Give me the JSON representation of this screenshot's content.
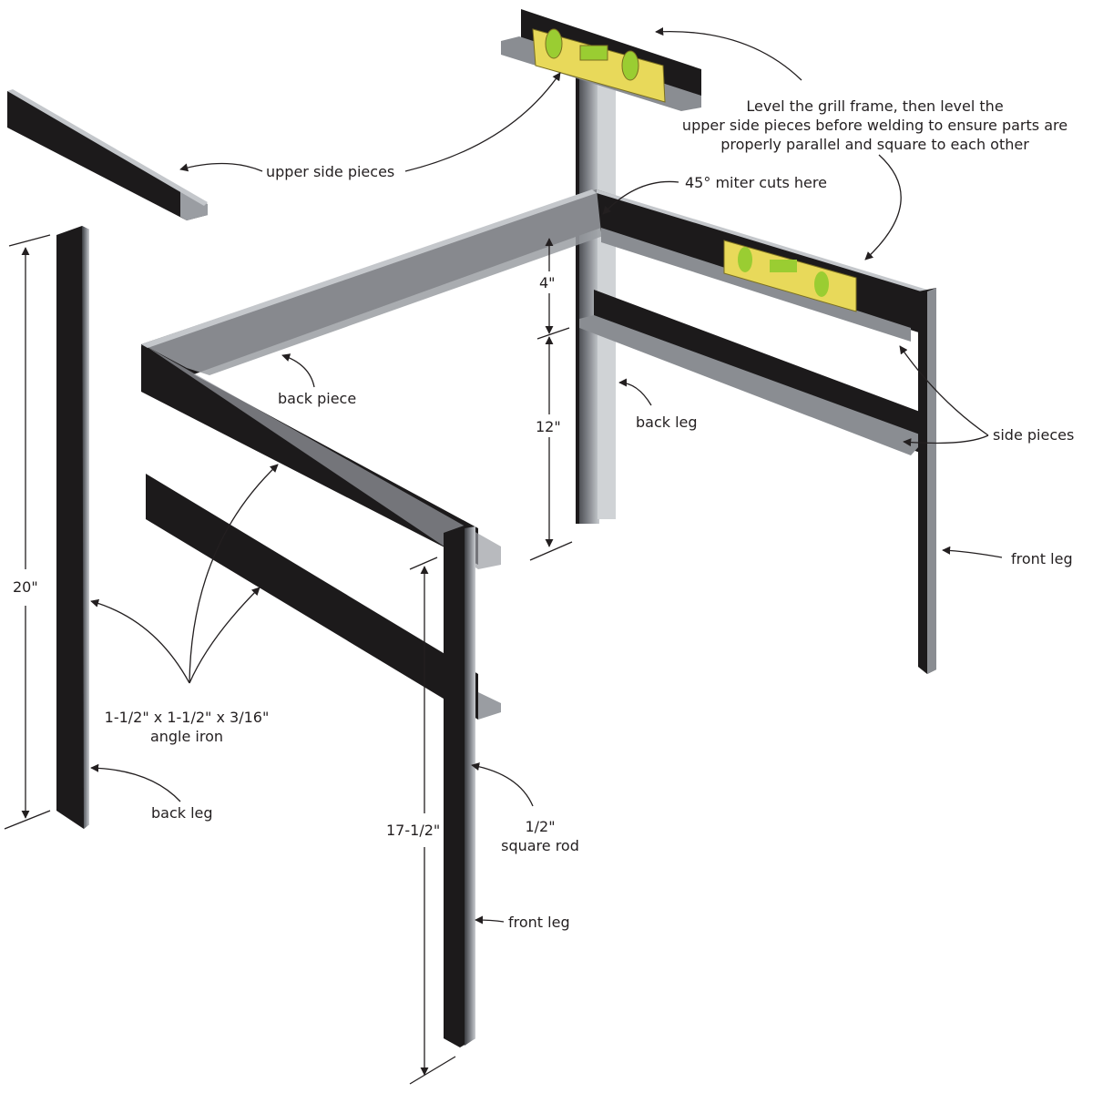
{
  "diagram": {
    "subject": "grill frame assembly with angle iron and square rod",
    "colors": {
      "iron_face": "#1c1a1b",
      "iron_edge": "#8a8d92",
      "iron_light": "#c4c7cb",
      "level_body": "#e8d95a",
      "level_bubble": "#9acd32",
      "annotation": "#231f20"
    }
  },
  "labels": {
    "level_note": [
      "Level the grill frame, then level the",
      "upper side pieces before welding to ensure parts are",
      "properly parallel and square to each other"
    ],
    "miter": "45° miter cuts here",
    "upper_side_pieces": "upper side pieces",
    "back_piece": "back piece",
    "back_leg_right": "back leg",
    "side_pieces": "side pieces",
    "front_leg_right": "front leg",
    "angle_iron": [
      "1-1/2\" x 1-1/2\" x 3/16\"",
      "angle iron"
    ],
    "back_leg_left": "back leg",
    "square_rod": [
      "1/2\"",
      "square rod"
    ],
    "front_leg_bottom": "front leg"
  },
  "dimensions": {
    "left_leg_height": "20\"",
    "front_leg_height": "17-1/2\"",
    "upper_spacing": "4\"",
    "lower_spacing": "12\""
  }
}
